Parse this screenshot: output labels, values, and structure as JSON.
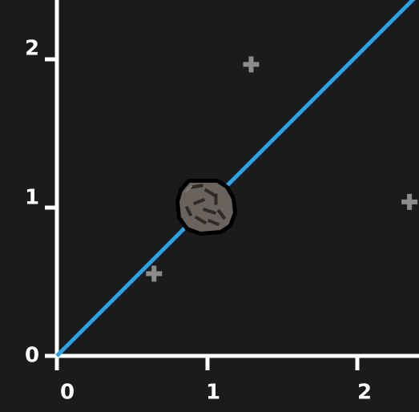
{
  "colors": {
    "background": "#1b1b1b",
    "axis": "#ffffff",
    "line": "#2aa4e8",
    "marker": "#8c8c8c",
    "rock_fill": "#6a625c",
    "rock_outline": "#000000",
    "rock_crack": "#2e2a27"
  },
  "axes": {
    "x_ticks": [
      "0",
      "1",
      "2"
    ],
    "y_ticks": [
      "0",
      "1",
      "2"
    ],
    "x_range": [
      0,
      2.4
    ],
    "y_range": [
      0,
      2.4
    ]
  },
  "line": {
    "from": [
      0,
      0
    ],
    "to": [
      2.4,
      2.4
    ]
  },
  "markers": [
    {
      "x": 0.65,
      "y": 0.55
    },
    {
      "x": 1.3,
      "y": 1.95
    },
    {
      "x": 2.36,
      "y": 1.03
    }
  ],
  "rock": {
    "icon": "rock-icon",
    "x": 1.0,
    "y": 1.0
  }
}
